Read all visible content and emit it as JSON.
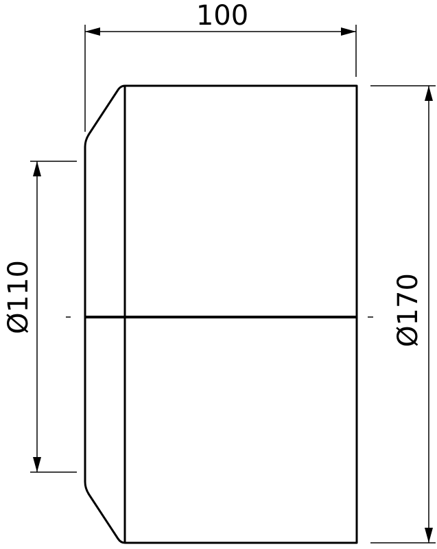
{
  "dimensions": {
    "length": "100",
    "inner_diameter": "Ø110",
    "outer_diameter": "Ø170"
  },
  "colors": {
    "line": "#000000",
    "background": "#ffffff"
  }
}
